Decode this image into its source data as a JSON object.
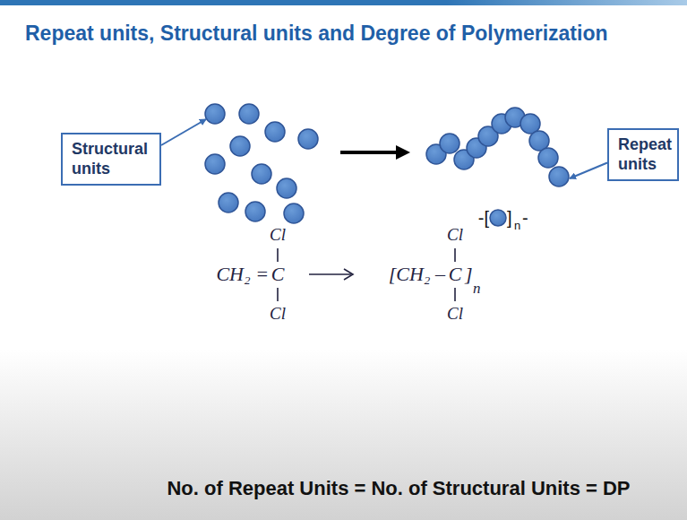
{
  "diagram": {
    "title": "Repeat units, Structural units and Degree of Polymerization",
    "nodes": [
      {
        "text": [
          "Structural units"
        ]
      },
      {
        "text": [
          "Repeat units"
        ]
      }
    ],
    "labels": [
      "-[",
      "]",
      "n",
      "-",
      "CH₂ =",
      "C",
      "Cl",
      "Cl",
      "[CH₂ –",
      "C",
      "]",
      "n",
      "Cl",
      "Cl",
      "No. of Repeat Units = No. of Structural Units = DP"
    ]
  }
}
